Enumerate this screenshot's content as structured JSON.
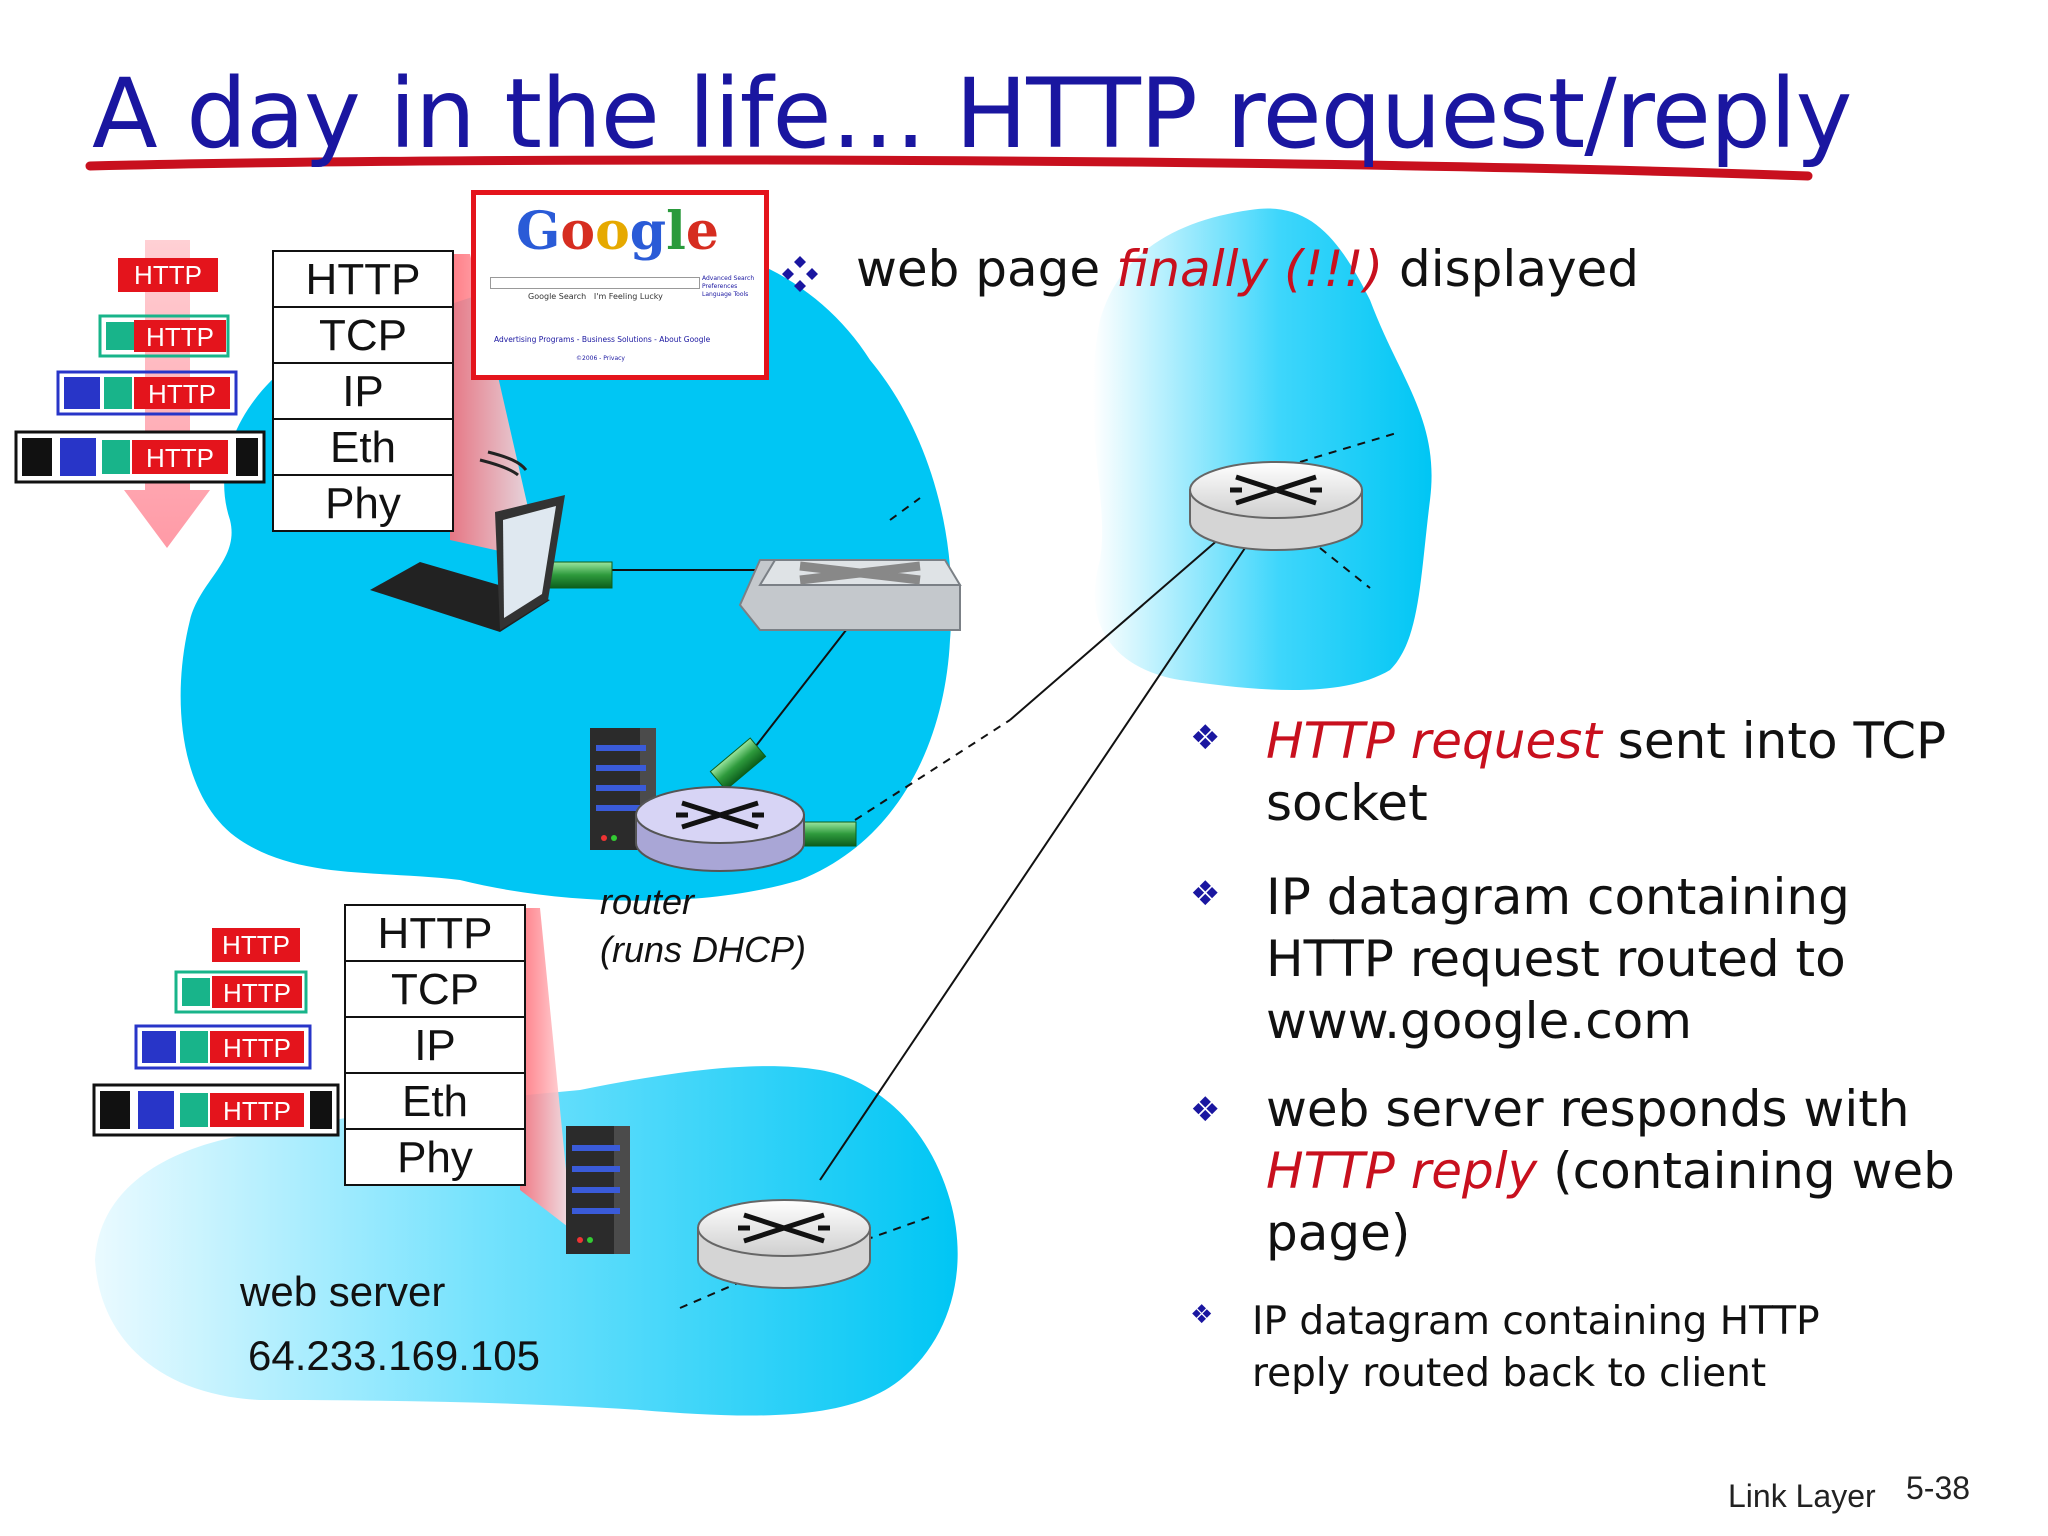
{
  "title": "A day in the life… HTTP request/reply",
  "top_bullet": {
    "pre": "web page ",
    "highlight": "finally (!!!)",
    "post": " displayed"
  },
  "bullets": [
    {
      "highlight": "HTTP request",
      "text": " sent into TCP socket"
    },
    {
      "text": "IP datagram containing HTTP request routed to www.google.com"
    },
    {
      "pre": "web server responds with ",
      "highlight": "HTTP reply",
      "post": " (containing web page)"
    },
    {
      "text": "IP datagram containing HTTP reply routed back to client"
    }
  ],
  "client_stack": [
    "HTTP",
    "TCP",
    "IP",
    "Eth",
    "Phy"
  ],
  "server_stack": [
    "HTTP",
    "TCP",
    "IP",
    "Eth",
    "Phy"
  ],
  "packet_label": "HTTP",
  "router_label_line1": "router",
  "router_label_line2": "(runs DHCP)",
  "server_label": "web server",
  "server_ip": "64.233.169.105",
  "google_logo": "Google",
  "google_search_btn": "Google Search",
  "google_lucky_btn": "I'm Feeling Lucky",
  "google_links": "Advertising Programs - Business Solutions - About Google",
  "google_side_links": "Advanced Search Preferences Language Tools",
  "google_copyright": "©2006 - Privacy",
  "footer_section": "Link Layer",
  "footer_page": "5-38",
  "colors": {
    "title": "#1a16a0",
    "highlight": "#c8101e",
    "cloud": "#00c8f5",
    "underline": "#c8101e"
  }
}
